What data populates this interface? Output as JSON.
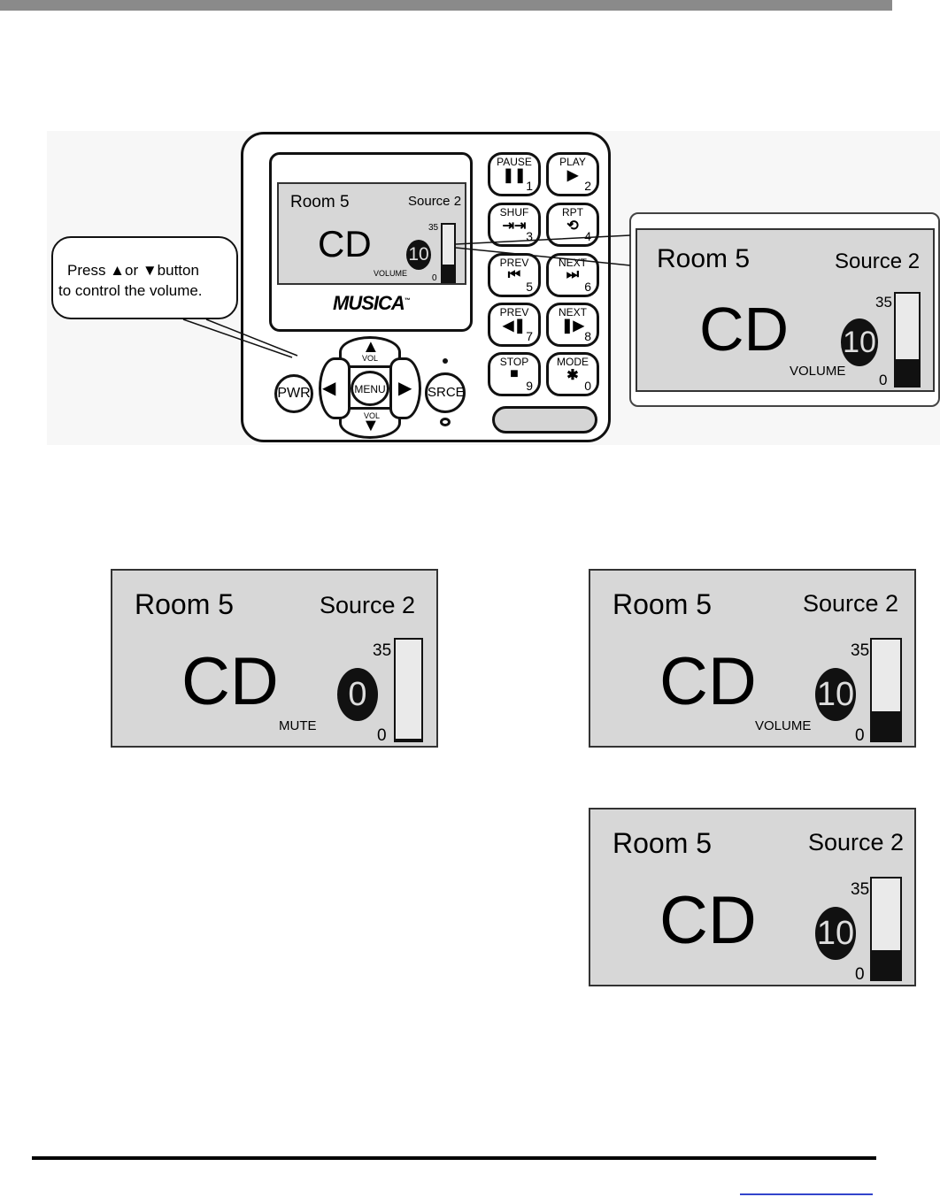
{
  "remote": {
    "logo": "MUSICA",
    "logo_mark": "™",
    "pwr": "PWR",
    "menu": "MENU",
    "srce": "SRCE",
    "vol_up": "VOL",
    "vol_down": "VOL",
    "keypad": [
      {
        "label": "PAUSE",
        "glyph": "❚❚",
        "num": "1"
      },
      {
        "label": "PLAY",
        "glyph": "▶",
        "num": "2"
      },
      {
        "label": "SHUF",
        "glyph": "⇥⇥",
        "num": "3"
      },
      {
        "label": "RPT",
        "glyph": "⟲",
        "num": "4"
      },
      {
        "label": "PREV",
        "glyph": "⏮",
        "num": "5"
      },
      {
        "label": "NEXT",
        "glyph": "⏭",
        "num": "6"
      },
      {
        "label": "PREV",
        "glyph": "◀❚",
        "num": "7"
      },
      {
        "label": "NEXT",
        "glyph": "❚▶",
        "num": "8"
      },
      {
        "label": "STOP",
        "glyph": "■",
        "num": "9"
      },
      {
        "label": "MODE",
        "glyph": "✱",
        "num": "0"
      }
    ]
  },
  "callout": {
    "line1": "Press ▲or ▼button",
    "line2": "to control the volume."
  },
  "screens": {
    "remote_lcd": {
      "room": "Room 5",
      "source": "Source 2",
      "main": "CD",
      "level": "10",
      "max": "35",
      "min": "0",
      "mode": "VOLUME",
      "fill_fraction": 0.29
    },
    "zoom_lcd": {
      "room": "Room 5",
      "source": "Source 2",
      "main": "CD",
      "level": "10",
      "max": "35",
      "min": "0",
      "mode": "VOLUME",
      "fill_fraction": 0.29
    },
    "mute_lcd": {
      "room": "Room 5",
      "source": "Source 2",
      "main": "CD",
      "level": "0",
      "max": "35",
      "min": "0",
      "mode": "MUTE",
      "fill_fraction": 0.0
    },
    "volume_lcd": {
      "room": "Room 5",
      "source": "Source 2",
      "main": "CD",
      "level": "10",
      "max": "35",
      "min": "0",
      "mode": "VOLUME",
      "fill_fraction": 0.29
    },
    "plain_lcd": {
      "room": "Room 5",
      "source": "Source 2",
      "main": "CD",
      "level": "10",
      "max": "35",
      "min": "0",
      "mode": "",
      "fill_fraction": 0.29
    }
  }
}
